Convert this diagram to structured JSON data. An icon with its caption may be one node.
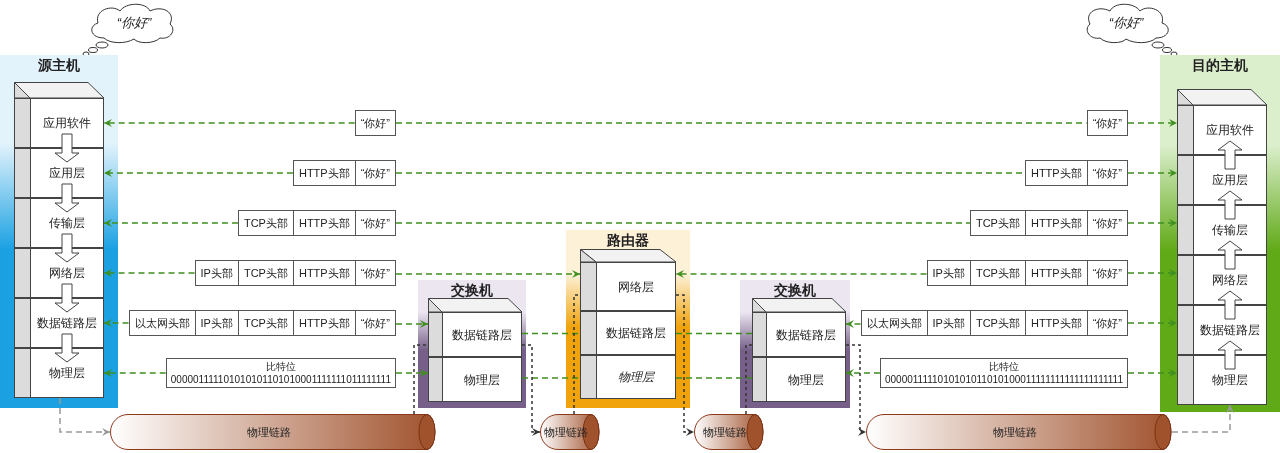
{
  "diagram": {
    "nodes": [
      {
        "text": [
          "“你好”"
        ]
      },
      {
        "text": [
          "源主机"
        ]
      },
      {
        "text": [
          "应用软件"
        ],
        "in": 1
      },
      {
        "text": [
          "应用层"
        ],
        "in": 1
      },
      {
        "text": [
          "传输层"
        ],
        "in": 1
      },
      {
        "text": [
          "网络层"
        ],
        "in": 1
      },
      {
        "text": [
          "数据链路层"
        ],
        "in": 1
      },
      {
        "text": [
          "物理层"
        ],
        "in": 1
      },
      {
        "text": [
          "“你好”"
        ]
      },
      {
        "text": [
          "目的主机"
        ]
      },
      {
        "text": [
          "应用软件"
        ],
        "in": 9
      },
      {
        "text": [
          "应用层"
        ],
        "in": 9
      },
      {
        "text": [
          "传输层"
        ],
        "in": 9
      },
      {
        "text": [
          "网络层"
        ],
        "in": 9
      },
      {
        "text": [
          "数据链路层"
        ],
        "in": 9
      },
      {
        "text": [
          "物理层"
        ],
        "in": 9
      },
      {
        "text": [
          "“你好”"
        ]
      },
      {
        "text": [
          "“你好”"
        ]
      },
      {
        "text": [
          "HTTP头部",
          "“你好”"
        ]
      },
      {
        "text": [
          "HTTP头部",
          "“你好”"
        ]
      },
      {
        "text": [
          "TCP头部",
          "HTTP头部",
          "“你好”"
        ]
      },
      {
        "text": [
          "TCP头部",
          "HTTP头部",
          "“你好”"
        ]
      },
      {
        "text": [
          "路由器"
        ]
      },
      {
        "text": [
          "网络层"
        ],
        "in": 22
      },
      {
        "text": [
          "数据链路层"
        ],
        "in": 22
      },
      {
        "text": [
          "物理层"
        ],
        "in": 22
      },
      {
        "text": [
          "IP头部",
          "TCP头部",
          "HTTP头部",
          "“你好”"
        ]
      },
      {
        "text": [
          "IP头部",
          "TCP头部",
          "HTTP头部",
          "“你好”"
        ]
      },
      {
        "text": [
          "交换机"
        ]
      },
      {
        "text": [
          "数据链路层"
        ],
        "in": 28
      },
      {
        "text": [
          "物理层"
        ],
        "in": 28
      },
      {
        "text": [
          "交换机"
        ]
      },
      {
        "text": [
          "数据链路层"
        ],
        "in": 31
      },
      {
        "text": [
          "物理层"
        ],
        "in": 31
      },
      {
        "text": [
          "以太网头部",
          "IP头部",
          "TCP头部",
          "HTTP头部",
          "“你好”"
        ]
      },
      {
        "text": [
          "以太网头部",
          "IP头部",
          "TCP头部",
          "HTTP头部",
          "“你好”"
        ]
      },
      {
        "text": [
          "比特位",
          "000001111101010101101010001111111011111111"
        ]
      },
      {
        "text": [
          "比特位",
          "0000011111010101011010100011111111111111111111"
        ]
      },
      {
        "text": [
          "物理链路"
        ]
      },
      {
        "text": [
          "物理链路"
        ]
      },
      {
        "text": [
          "物理链路"
        ]
      },
      {
        "text": [
          "物理链路"
        ]
      }
    ],
    "edges": [
      {
        "from": 2,
        "to": 3,
        "arrow": "to",
        "style": "thick"
      },
      {
        "from": 3,
        "to": 4,
        "arrow": "to",
        "style": "thick"
      },
      {
        "from": 4,
        "to": 5,
        "arrow": "to",
        "style": "thick"
      },
      {
        "from": 5,
        "to": 6,
        "arrow": "to",
        "style": "thick"
      },
      {
        "from": 6,
        "to": 7,
        "arrow": "to",
        "style": "thick"
      },
      {
        "from": 15,
        "to": 14,
        "arrow": "to",
        "style": "thick"
      },
      {
        "from": 14,
        "to": 13,
        "arrow": "to",
        "style": "thick"
      },
      {
        "from": 13,
        "to": 12,
        "arrow": "to",
        "style": "thick"
      },
      {
        "from": 12,
        "to": 11,
        "arrow": "to",
        "style": "thick"
      },
      {
        "from": 11,
        "to": 10,
        "arrow": "to",
        "style": "thick"
      },
      {
        "from": 16,
        "to": 2,
        "arrow": "to"
      },
      {
        "from": 16,
        "to": 17,
        "arrow": "none"
      },
      {
        "from": 17,
        "to": 10,
        "arrow": "to"
      },
      {
        "from": 18,
        "to": 3,
        "arrow": "to"
      },
      {
        "from": 18,
        "to": 19,
        "arrow": "none"
      },
      {
        "from": 19,
        "to": 11,
        "arrow": "to"
      },
      {
        "from": 20,
        "to": 4,
        "arrow": "to"
      },
      {
        "from": 20,
        "to": 21,
        "arrow": "none"
      },
      {
        "from": 21,
        "to": 12,
        "arrow": "to"
      },
      {
        "from": 26,
        "to": 5,
        "arrow": "to"
      },
      {
        "from": 26,
        "to": 23,
        "arrow": "to"
      },
      {
        "from": 27,
        "to": 23,
        "arrow": "to"
      },
      {
        "from": 27,
        "to": 13,
        "arrow": "to"
      },
      {
        "from": 34,
        "to": 6,
        "arrow": "to"
      },
      {
        "from": 34,
        "to": 29,
        "arrow": "to"
      },
      {
        "from": 29,
        "to": 24,
        "arrow": "none"
      },
      {
        "from": 24,
        "to": 32,
        "arrow": "none"
      },
      {
        "from": 35,
        "to": 32,
        "arrow": "to"
      },
      {
        "from": 35,
        "to": 14,
        "arrow": "to"
      },
      {
        "from": 36,
        "to": 7,
        "arrow": "to"
      },
      {
        "from": 36,
        "to": 30,
        "arrow": "to"
      },
      {
        "from": 30,
        "to": 25,
        "arrow": "none"
      },
      {
        "from": 25,
        "to": 33,
        "arrow": "none"
      },
      {
        "from": 37,
        "to": 33,
        "arrow": "to"
      },
      {
        "from": 37,
        "to": 15,
        "arrow": "to"
      },
      {
        "from": 7,
        "to": 38,
        "arrow": "to",
        "color": "#999999"
      },
      {
        "from": 38,
        "to": 29,
        "arrow": "none",
        "style": "dashed",
        "color": "#333333"
      },
      {
        "from": 29,
        "to": 39,
        "arrow": "to",
        "style": "dashed",
        "color": "#333333"
      },
      {
        "from": 39,
        "to": 23,
        "arrow": "none",
        "style": "dashed",
        "color": "#333333"
      },
      {
        "from": 23,
        "to": 40,
        "arrow": "to",
        "style": "dashed",
        "color": "#333333"
      },
      {
        "from": 40,
        "to": 32,
        "arrow": "none",
        "style": "dashed",
        "color": "#333333"
      },
      {
        "from": 32,
        "to": 41,
        "arrow": "to",
        "style": "dashed",
        "color": "#333333"
      },
      {
        "from": 41,
        "to": 15,
        "arrow": "to",
        "color": "#999999"
      }
    ]
  }
}
